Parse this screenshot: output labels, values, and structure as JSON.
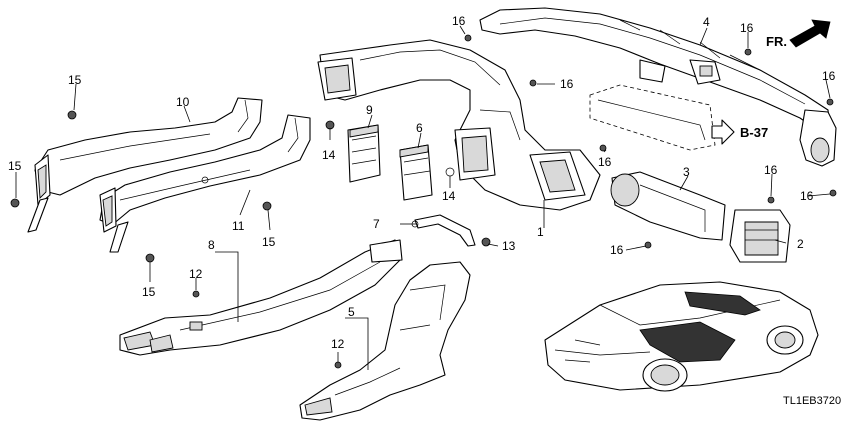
{
  "diagram": {
    "code": "TL1EB3720",
    "direction_label": "FR.",
    "ref_label": "B-37",
    "callouts": {
      "c1": "1",
      "c2": "2",
      "c3": "3",
      "c4": "4",
      "c5": "5",
      "c6": "6",
      "c7": "7",
      "c8": "8",
      "c9": "9",
      "c10": "10",
      "c11": "11",
      "c12a": "12",
      "c12b": "12",
      "c13": "13",
      "c14a": "14",
      "c14b": "14",
      "c15a": "15",
      "c15b": "15",
      "c15c": "15",
      "c15d": "15",
      "c16a": "16",
      "c16b": "16",
      "c16c": "16",
      "c16d": "16",
      "c16e": "16",
      "c16f": "16",
      "c16g": "16",
      "c16h": "16"
    }
  }
}
